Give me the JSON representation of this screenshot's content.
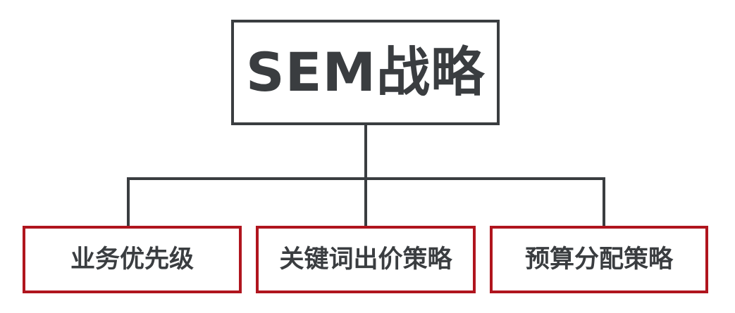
{
  "root": {
    "label": "SEM战略"
  },
  "children": [
    {
      "label": "业务优先级"
    },
    {
      "label": "关键词出价策略"
    },
    {
      "label": "预算分配策略"
    }
  ],
  "colors": {
    "line": "#3a3d40",
    "root_border": "#3a3d40",
    "child_border": "#b0151e",
    "text": "#3a3d40"
  }
}
